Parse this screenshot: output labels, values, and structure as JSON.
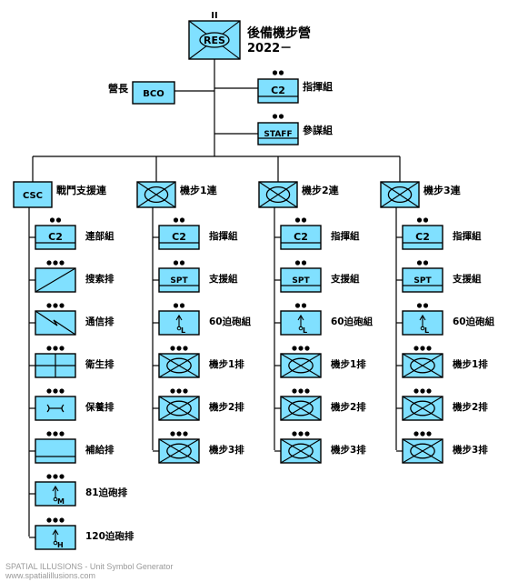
{
  "unit_hq": {
    "title": "後備機步營",
    "subtitle": "2022－",
    "res_text": "RES",
    "size_marker": "II"
  },
  "bn_hq": [
    {
      "code": "BCO",
      "label": "營長"
    },
    {
      "code": "C2",
      "label": "指揮組"
    },
    {
      "code": "STAFF",
      "label": "參謀組"
    }
  ],
  "columns": [
    {
      "company": {
        "code": "CSC",
        "label": "戰鬥支援連",
        "symbol": "box"
      },
      "platoons": [
        {
          "symbol": "c2",
          "code": "C2",
          "label": "連部組",
          "echelon": "team"
        },
        {
          "symbol": "recon",
          "code": "",
          "label": "搜索排",
          "echelon": "platoon"
        },
        {
          "symbol": "signal",
          "code": "",
          "label": "通信排",
          "echelon": "platoon"
        },
        {
          "symbol": "medical",
          "code": "",
          "label": "衛生排",
          "echelon": "platoon"
        },
        {
          "symbol": "maint",
          "code": "",
          "label": "保養排",
          "echelon": "platoon"
        },
        {
          "symbol": "supply",
          "code": "",
          "label": "補給排",
          "echelon": "platoon"
        },
        {
          "symbol": "mortar",
          "code": "M",
          "label": "81迫砲排",
          "echelon": "platoon"
        },
        {
          "symbol": "mortar",
          "code": "H",
          "label": "120迫砲排",
          "echelon": "platoon"
        }
      ]
    },
    {
      "company": {
        "code": "",
        "label": "機步1連",
        "symbol": "mech"
      },
      "platoons": [
        {
          "symbol": "c2",
          "code": "C2",
          "label": "指揮組",
          "echelon": "team"
        },
        {
          "symbol": "spt",
          "code": "SPT",
          "label": "支援組",
          "echelon": "team"
        },
        {
          "symbol": "mortar",
          "code": "L",
          "label": "60迫砲組",
          "echelon": "team"
        },
        {
          "symbol": "mech",
          "code": "",
          "label": "機步1排",
          "echelon": "platoon"
        },
        {
          "symbol": "mech",
          "code": "",
          "label": "機步2排",
          "echelon": "platoon"
        },
        {
          "symbol": "mech",
          "code": "",
          "label": "機步3排",
          "echelon": "platoon"
        }
      ]
    },
    {
      "company": {
        "code": "",
        "label": "機步2連",
        "symbol": "mech"
      },
      "platoons": [
        {
          "symbol": "c2",
          "code": "C2",
          "label": "指揮組",
          "echelon": "team"
        },
        {
          "symbol": "spt",
          "code": "SPT",
          "label": "支援組",
          "echelon": "team"
        },
        {
          "symbol": "mortar",
          "code": "L",
          "label": "60迫砲組",
          "echelon": "team"
        },
        {
          "symbol": "mech",
          "code": "",
          "label": "機步1排",
          "echelon": "platoon"
        },
        {
          "symbol": "mech",
          "code": "",
          "label": "機步2排",
          "echelon": "platoon"
        },
        {
          "symbol": "mech",
          "code": "",
          "label": "機步3排",
          "echelon": "platoon"
        }
      ]
    },
    {
      "company": {
        "code": "",
        "label": "機步3連",
        "symbol": "mech"
      },
      "platoons": [
        {
          "symbol": "c2",
          "code": "C2",
          "label": "指揮組",
          "echelon": "team"
        },
        {
          "symbol": "spt",
          "code": "SPT",
          "label": "支援組",
          "echelon": "team"
        },
        {
          "symbol": "mortar",
          "code": "L",
          "label": "60迫砲組",
          "echelon": "team"
        },
        {
          "symbol": "mech",
          "code": "",
          "label": "機步1排",
          "echelon": "platoon"
        },
        {
          "symbol": "mech",
          "code": "",
          "label": "機步2排",
          "echelon": "platoon"
        },
        {
          "symbol": "mech",
          "code": "",
          "label": "機步3排",
          "echelon": "platoon"
        }
      ]
    }
  ],
  "footer": {
    "line1": "SPATIAL ILLUSIONS - Unit Symbol Generator",
    "line2": "www.spatialillusions.com"
  },
  "colors": {
    "fill": "#80e0ff",
    "stroke": "#000000",
    "credit": "#9a9a9a"
  }
}
